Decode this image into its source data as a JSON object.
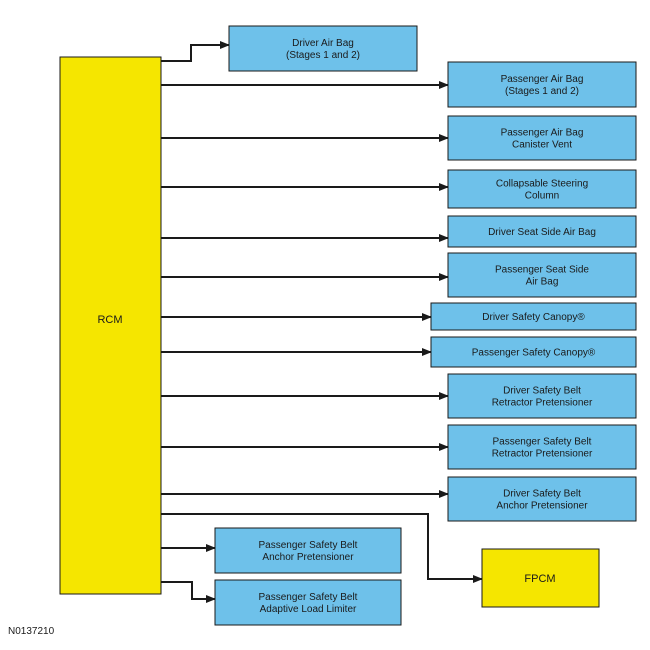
{
  "rcm_label": "RCM",
  "fpcm_label": "FPCM",
  "figure_id": "N0137210",
  "components": [
    {
      "id": "driver-air-bag",
      "lines": [
        "Driver Air Bag",
        "(Stages 1 and 2)"
      ]
    },
    {
      "id": "passenger-air-bag",
      "lines": [
        "Passenger Air Bag",
        "(Stages 1 and 2)"
      ]
    },
    {
      "id": "passenger-air-bag-canister-vent",
      "lines": [
        "Passenger Air Bag",
        "Canister Vent"
      ]
    },
    {
      "id": "collapsable-steering-column",
      "lines": [
        "Collapsable Steering",
        "Column"
      ]
    },
    {
      "id": "driver-seat-side-air-bag",
      "lines": [
        "Driver Seat Side Air Bag"
      ]
    },
    {
      "id": "passenger-seat-side-air-bag",
      "lines": [
        "Passenger Seat Side",
        "Air Bag"
      ]
    },
    {
      "id": "driver-safety-canopy",
      "lines": [
        "Driver Safety Canopy®"
      ]
    },
    {
      "id": "passenger-safety-canopy",
      "lines": [
        "Passenger Safety Canopy®"
      ]
    },
    {
      "id": "driver-safety-belt-retractor-pretensioner",
      "lines": [
        "Driver Safety Belt",
        "Retractor Pretensioner"
      ]
    },
    {
      "id": "passenger-safety-belt-retractor-pretensioner",
      "lines": [
        "Passenger Safety Belt",
        "Retractor Pretensioner"
      ]
    },
    {
      "id": "driver-safety-belt-anchor-pretensioner",
      "lines": [
        "Driver Safety Belt",
        "Anchor Pretensioner"
      ]
    },
    {
      "id": "passenger-safety-belt-anchor-pretensioner",
      "lines": [
        "Passenger Safety Belt",
        "Anchor Pretensioner"
      ]
    },
    {
      "id": "passenger-safety-belt-adaptive-load-limiter",
      "lines": [
        "Passenger Safety Belt",
        "Adaptive Load Limiter"
      ]
    }
  ],
  "colors": {
    "rcm_fill": "#f5e600",
    "fpcm_fill": "#f5e600",
    "box_fill": "#6ec1ea",
    "stroke": "#1a1a1a"
  }
}
